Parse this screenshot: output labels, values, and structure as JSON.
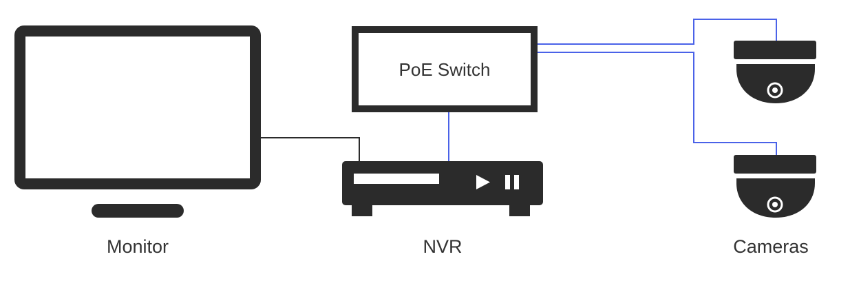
{
  "diagram": {
    "switch_label": "PoE Switch",
    "captions": {
      "monitor": "Monitor",
      "nvr": "NVR",
      "cameras": "Cameras"
    },
    "device_color": "#2b2b2b",
    "network_cable_color": "#4a62e8",
    "video_cable_color": "#2b2b2b"
  }
}
